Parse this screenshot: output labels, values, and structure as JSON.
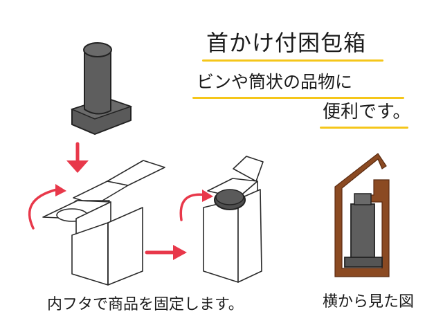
{
  "heading": {
    "title": "首かけ付困包箱",
    "line1": "ビンや筒状の品物に",
    "line2": "便利です。"
  },
  "captions": {
    "inner_lid": "内フタで商品を固定します。",
    "side_view": "横から見た図"
  },
  "colors": {
    "cylinder": "#5e5e5e",
    "base": "#5a5a5a",
    "arrow": "#e8384a",
    "cardboard": "#8b4a22",
    "highlight": "#f5c61a",
    "ink": "#1a1a1a"
  }
}
